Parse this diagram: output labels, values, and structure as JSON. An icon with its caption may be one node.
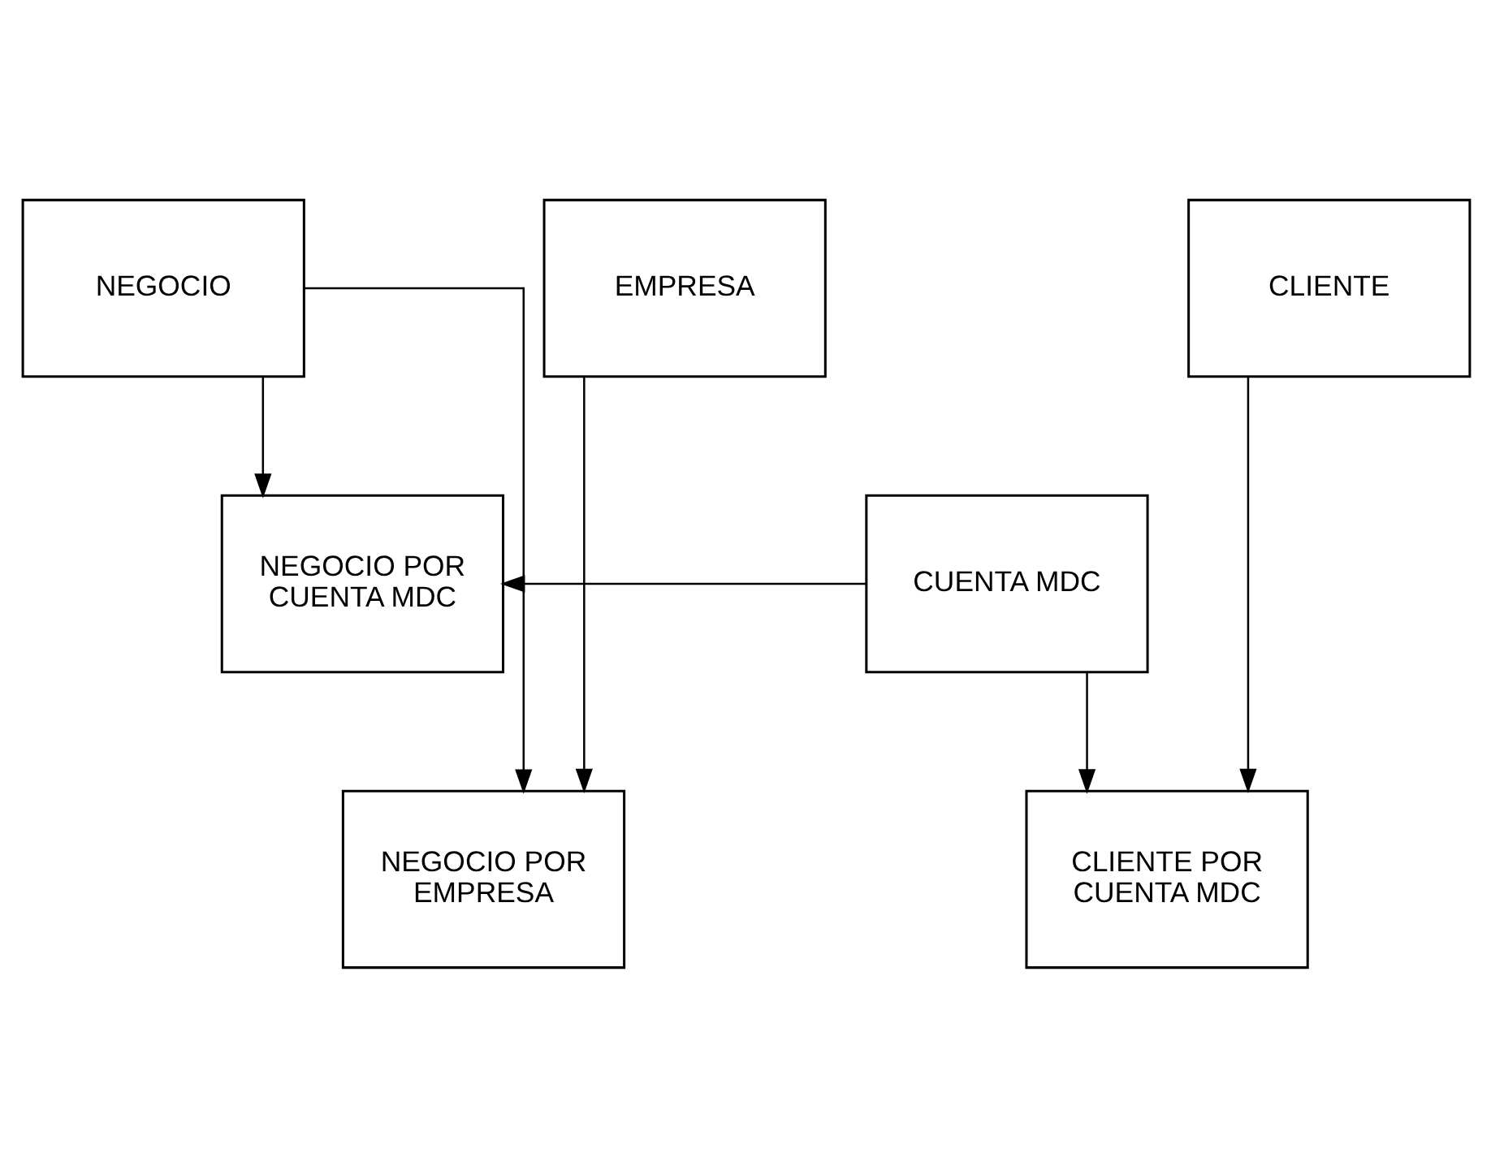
{
  "diagram": {
    "nodes": [
      {
        "text": [
          "NEGOCIO"
        ]
      },
      {
        "text": [
          "EMPRESA"
        ]
      },
      {
        "text": [
          "CLIENTE"
        ]
      },
      {
        "text": [
          "NEGOCIO POR EMPRESA"
        ]
      },
      {
        "text": [
          "CLIENTE POR CUENTA MDC"
        ]
      },
      {
        "text": [
          "NEGOCIO POR CUENTA MDC"
        ]
      },
      {
        "text": [
          "CUENTA MDC"
        ]
      }
    ],
    "edges": [
      {
        "from": 0,
        "to": 3,
        "arrow": "to"
      },
      {
        "from": 1,
        "to": 3,
        "arrow": "to"
      },
      {
        "from": 2,
        "to": 4,
        "arrow": "to"
      },
      {
        "from": 0,
        "to": 5,
        "arrow": "to"
      },
      {
        "from": 6,
        "to": 5,
        "arrow": "to"
      },
      {
        "from": 6,
        "to": 4,
        "arrow": "to"
      }
    ]
  }
}
